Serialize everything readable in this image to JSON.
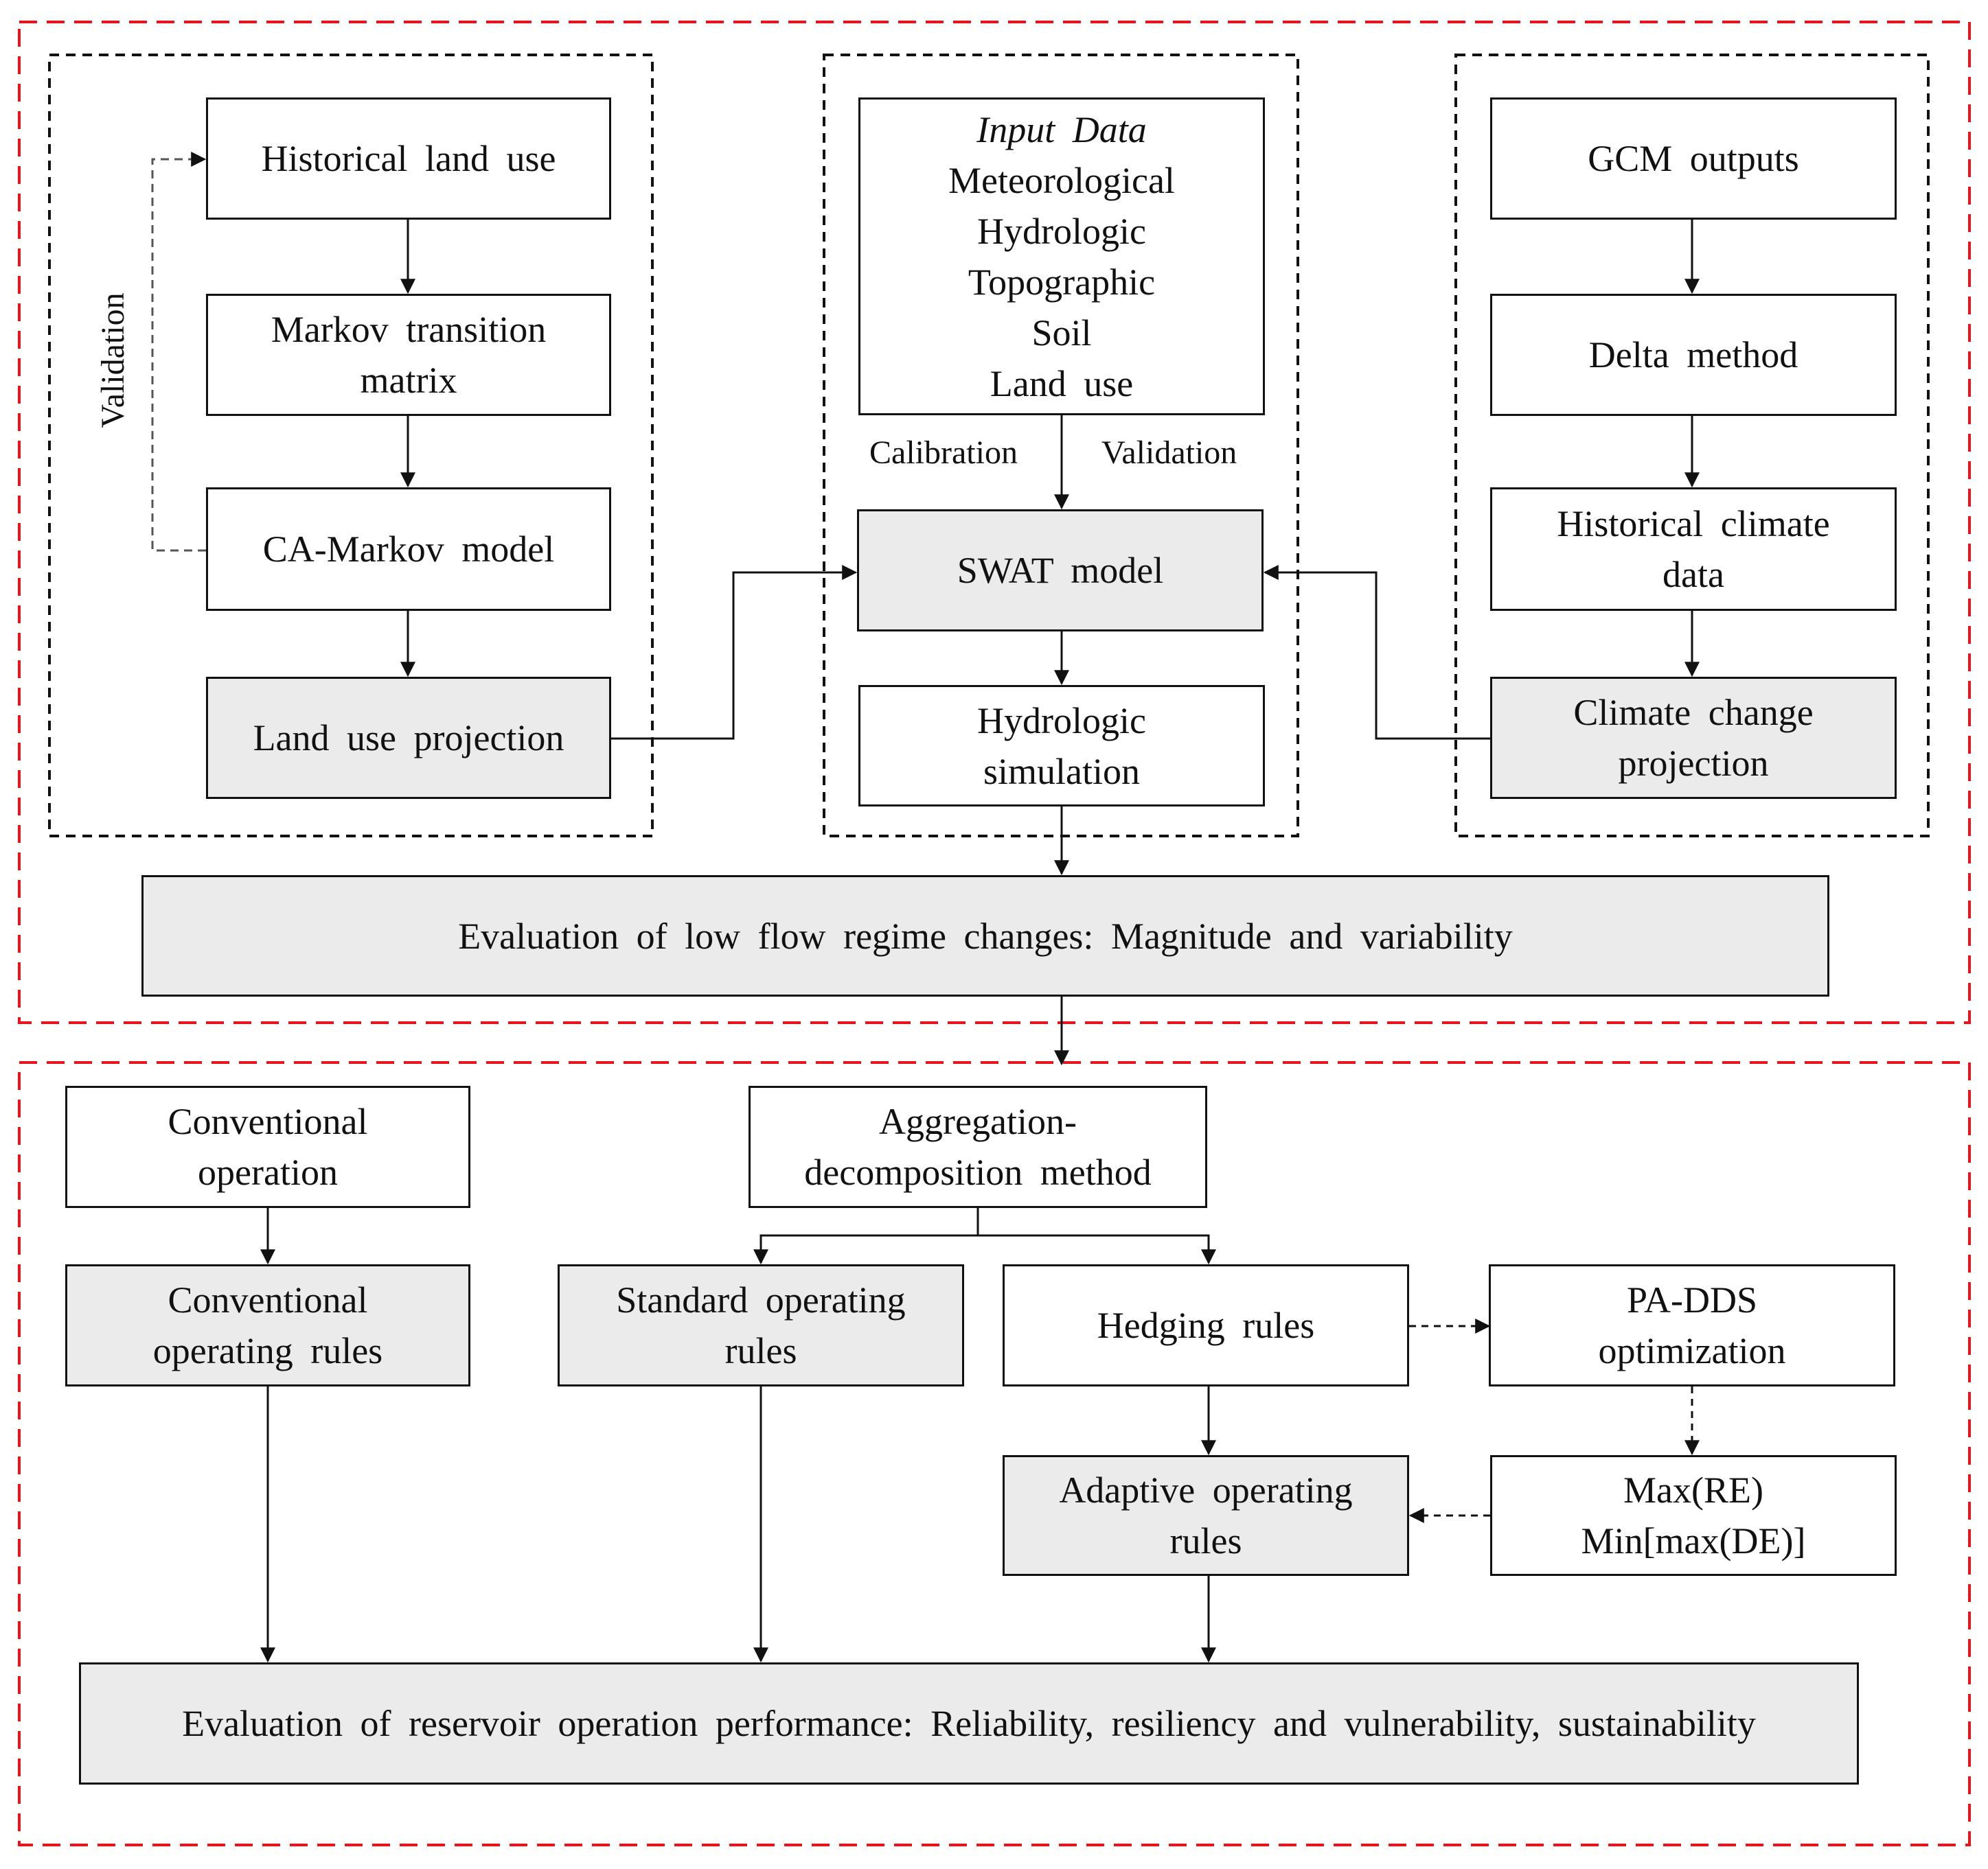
{
  "land_use_module": {
    "historical_land_use": "Historical land use",
    "markov_matrix_line1": "Markov transition",
    "markov_matrix_line2": "matrix",
    "ca_markov": "CA-Markov model",
    "land_use_projection": "Land use projection",
    "validation_label": "Validation"
  },
  "hydrology_module": {
    "input_title": "Input Data",
    "inputs": [
      "Meteorological",
      "Hydrologic",
      "Topographic",
      "Soil",
      "Land use"
    ],
    "calibration_label": "Calibration",
    "validation_label": "Validation",
    "swat": "SWAT model",
    "sim_line1": "Hydrologic",
    "sim_line2": "simulation"
  },
  "climate_module": {
    "gcm": "GCM outputs",
    "delta": "Delta method",
    "hist_line1": "Historical climate",
    "hist_line2": "data",
    "proj_line1": "Climate change",
    "proj_line2": "projection"
  },
  "low_flow_evaluation": "Evaluation of low flow regime changes: Magnitude and variability",
  "operation_module": {
    "conventional_line1": "Conventional",
    "conventional_line2": "operation",
    "conv_rules_line1": "Conventional",
    "conv_rules_line2": "operating rules",
    "agg_line1": "Aggregation-",
    "agg_line2": "decomposition method",
    "sop_line1": "Standard operating",
    "sop_line2": "rules",
    "hedging": "Hedging rules",
    "padds_line1": "PA-DDS",
    "padds_line2": "optimization",
    "adaptive_line1": "Adaptive operating",
    "adaptive_line2": "rules",
    "objective_line1": "Max(RE)",
    "objective_line2": "Min[max(DE)]"
  },
  "performance_evaluation": "Evaluation of reservoir operation performance: Reliability, resiliency and vulnerability, sustainability",
  "colors": {
    "frame_red": "#e8141c",
    "box_gray": "#ebebeb",
    "line": "#111111"
  }
}
